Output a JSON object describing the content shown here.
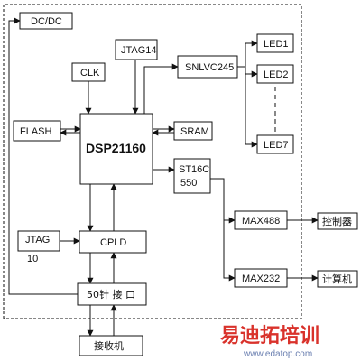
{
  "blocks": {
    "dcdc": "DC/DC",
    "jtag14": "JTAG14",
    "clk": "CLK",
    "snlvc": "SNLVC245",
    "led1": "LED1",
    "led2": "LED2",
    "led7": "LED7",
    "flash": "FLASH",
    "dsp": "DSP21160",
    "sram": "SRAM",
    "st16c_line1": "ST16C",
    "st16c_line2": "550",
    "jtag10_line1": "JTAG",
    "jtag10_line2": "10",
    "cpld": "CPLD",
    "max488": "MAX488",
    "max232": "MAX232",
    "connector50": "50针 接 口",
    "receiver": "接收机",
    "controller": "控制器",
    "computer": "计算机"
  },
  "watermark": {
    "title": "易迪拓培训",
    "url": "www.edatop.com",
    "color": "#d9322b"
  }
}
